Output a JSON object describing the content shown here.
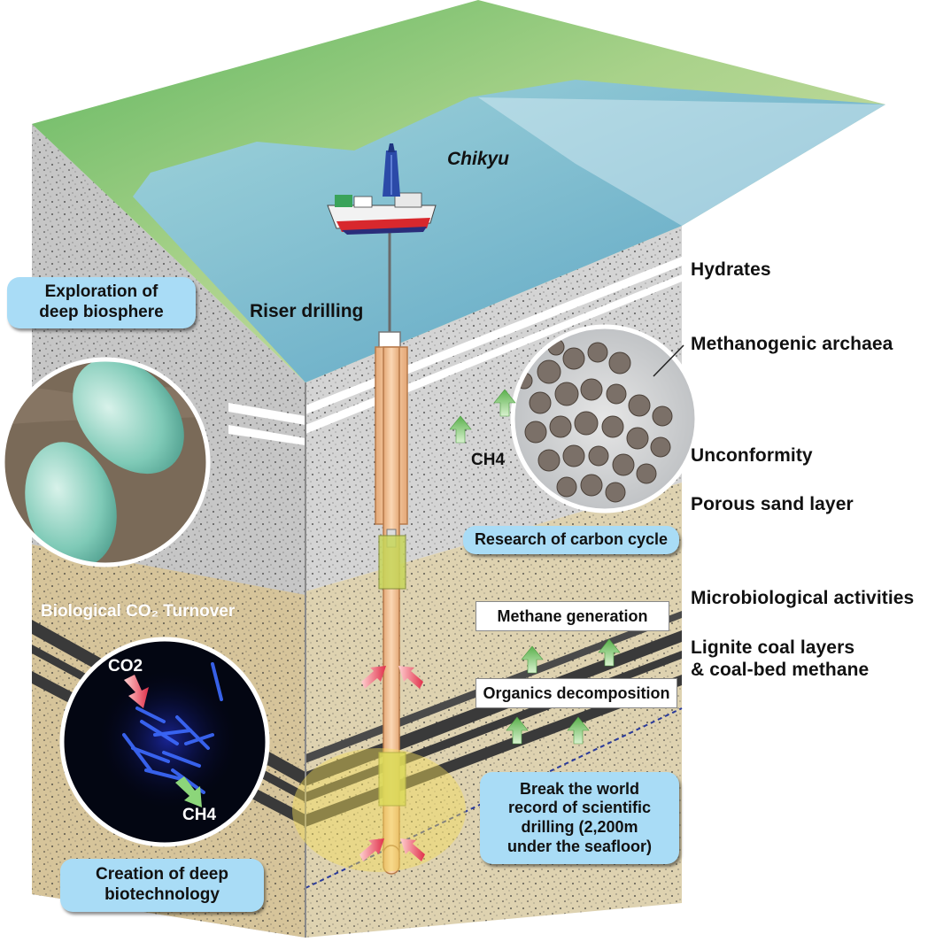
{
  "labels": {
    "ship": "Chikyu",
    "riser": "Riser drilling",
    "hydrates": "Hydrates",
    "methanogenic": "Methanogenic archaea",
    "unconformity": "Unconformity",
    "porous": "Porous sand layer",
    "microbio": "Microbiological activities",
    "lignite_1": "Lignite coal layers",
    "lignite_2": "& coal-bed methane",
    "ch4_center": "CH4",
    "bio_co2": "Biological CO₂ Turnover",
    "co2": "CO2",
    "ch4_bottom": "CH4"
  },
  "callouts": {
    "exploration_1": "Exploration of",
    "exploration_2": "deep biosphere",
    "carbon": "Research of carbon cycle",
    "creation_1": "Creation of deep",
    "creation_2": "biotechnology",
    "record_1": "Break the world",
    "record_2": "record of scientific",
    "record_3": "drilling (2,200m",
    "record_4": "under the seafloor)"
  },
  "boxes": {
    "methane": "Methane generation",
    "organics": "Organics decomposition"
  },
  "colors": {
    "callout": "#a9dcf6",
    "sea": "#7fc0dc",
    "land": "#8fc878",
    "gray_rock": "#c9c9c9",
    "sand": "#ddd0ad",
    "pipe": "#f3c49b",
    "coal": "#333333"
  }
}
